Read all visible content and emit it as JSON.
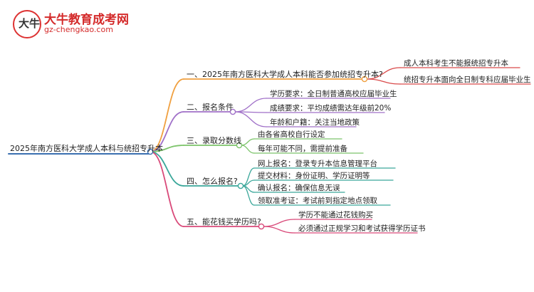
{
  "logo": {
    "icon": "ox-icon",
    "mark_text": "大牛",
    "title": "大牛教育成考网",
    "url": "gz-chengkao.com"
  },
  "colors": {
    "root": "#3a6fb0",
    "branch1": "#f0a040",
    "branch2": "#a070c8",
    "branch3": "#7cc46a",
    "branch4": "#3aa79a",
    "branch5": "#d94a7a",
    "leaf1": "#d94a4a"
  },
  "mindmap": {
    "root": "2025年南方医科大学成人本科与统招专升本",
    "branches": [
      {
        "label": "一、2025年南方医科大学成人本科能否参加统招专升本?",
        "children": [
          "成人本科考生不能报统招专升本",
          "统招专升本面向全日制专科应届毕业生"
        ]
      },
      {
        "label": "二、报名条件",
        "children": [
          "学历要求：全日制普通高校应届毕业生",
          "成绩要求：平均成绩需达年级前20%",
          "年龄和户籍：关注当地政策"
        ]
      },
      {
        "label": "三、录取分数线",
        "children": [
          "由各省高校自行设定",
          "每年可能不同，需提前准备"
        ]
      },
      {
        "label": "四、怎么报名?",
        "children": [
          "网上报名：登录专升本信息管理平台",
          "提交材料：身份证明、学历证明等",
          "确认报名：确保信息无误",
          "领取准考证：考试前到指定地点领取"
        ]
      },
      {
        "label": "五、能花钱买学历吗?",
        "children": [
          "学历不能通过花钱购买",
          "必须通过正规学习和考试获得学历证书"
        ]
      }
    ]
  }
}
